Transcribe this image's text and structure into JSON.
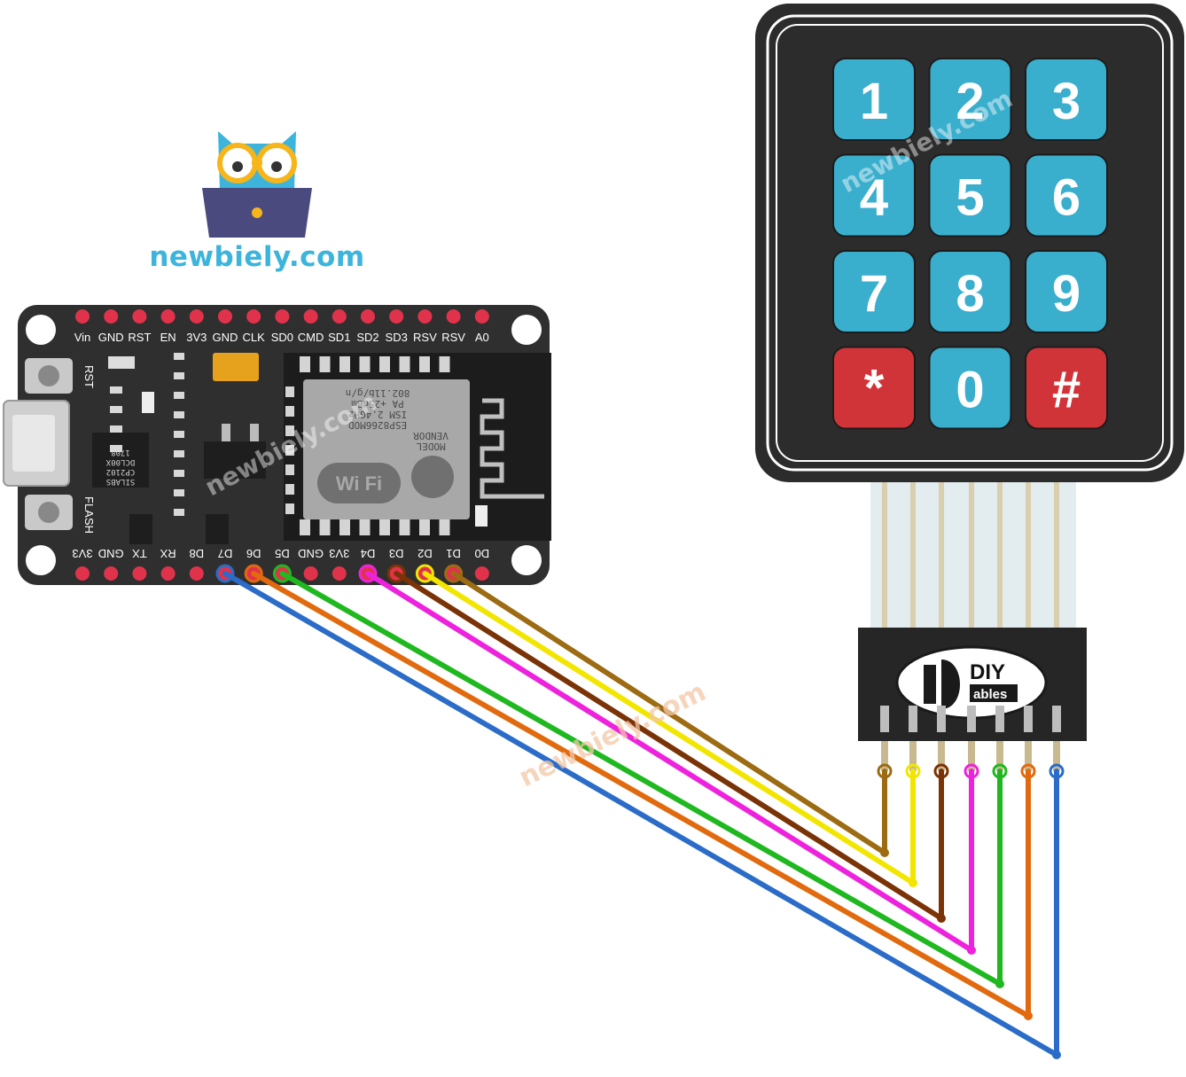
{
  "brand": {
    "site": "newbiely.com",
    "watermark": "newbiely.com"
  },
  "board": {
    "top_pins": [
      "Vin",
      "GND",
      "RST",
      "EN",
      "3V3",
      "GND",
      "CLK",
      "SD0",
      "CMD",
      "SD1",
      "SD2",
      "SD3",
      "RSV",
      "RSV",
      "A0"
    ],
    "bottom_pins": [
      "3V3",
      "GND",
      "TX",
      "RX",
      "D8",
      "D7",
      "D6",
      "D5",
      "GND",
      "3V3",
      "D4",
      "D3",
      "D2",
      "D1",
      "D0"
    ],
    "buttons": {
      "reset": "RST",
      "flash": "FLASH"
    },
    "usb_chip": [
      "SILABS",
      "CP2102",
      "DCL00X",
      "1708"
    ],
    "module": [
      "MODEL",
      "VENDOR",
      "ESP8266MOD",
      "ISM 2.4GHz",
      "PA +25dBm",
      "802.11b/g/n"
    ],
    "wifi": "Wi Fi"
  },
  "keypad": {
    "keys": [
      {
        "label": "1",
        "color": "#3aaecd"
      },
      {
        "label": "2",
        "color": "#3aaecd"
      },
      {
        "label": "3",
        "color": "#3aaecd"
      },
      {
        "label": "4",
        "color": "#3aaecd"
      },
      {
        "label": "5",
        "color": "#3aaecd"
      },
      {
        "label": "6",
        "color": "#3aaecd"
      },
      {
        "label": "7",
        "color": "#3aaecd"
      },
      {
        "label": "8",
        "color": "#3aaecd"
      },
      {
        "label": "9",
        "color": "#3aaecd"
      },
      {
        "label": "*",
        "color": "#d13438"
      },
      {
        "label": "0",
        "color": "#3aaecd"
      },
      {
        "label": "#",
        "color": "#d13438"
      }
    ],
    "connector_logo": {
      "top": "DIY",
      "bottom": "ables"
    }
  },
  "wires": [
    {
      "from": "D1",
      "to_index": 0,
      "color": "#9c6b12"
    },
    {
      "from": "D2",
      "to_index": 1,
      "color": "#f2e600"
    },
    {
      "from": "D3",
      "to_index": 2,
      "color": "#7a3306"
    },
    {
      "from": "D4",
      "to_index": 3,
      "color": "#ee22dd"
    },
    {
      "from": "D5",
      "to_index": 4,
      "color": "#1fb81f"
    },
    {
      "from": "D6",
      "to_index": 5,
      "color": "#e26a0e"
    },
    {
      "from": "D7",
      "to_index": 6,
      "color": "#2a6cc8"
    }
  ]
}
